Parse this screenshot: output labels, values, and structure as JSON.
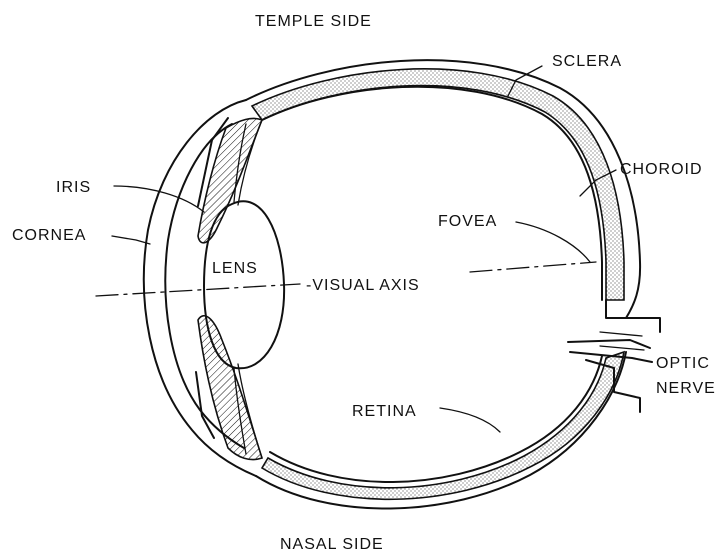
{
  "labels": {
    "top": "TEMPLE SIDE",
    "bottom": "NASAL SIDE",
    "sclera": "SCLERA",
    "choroid": "CHOROID",
    "iris": "IRIS",
    "cornea": "CORNEA",
    "fovea": "FOVEA",
    "lens": "LENS",
    "visual_axis": "-VISUAL AXIS",
    "optic_line1": "OPTIC",
    "optic_line2": "NERVE",
    "retina": "RETINA"
  },
  "colors": {
    "ink": "#111111",
    "stipple": "#f2f2f2",
    "background": "#ffffff"
  }
}
